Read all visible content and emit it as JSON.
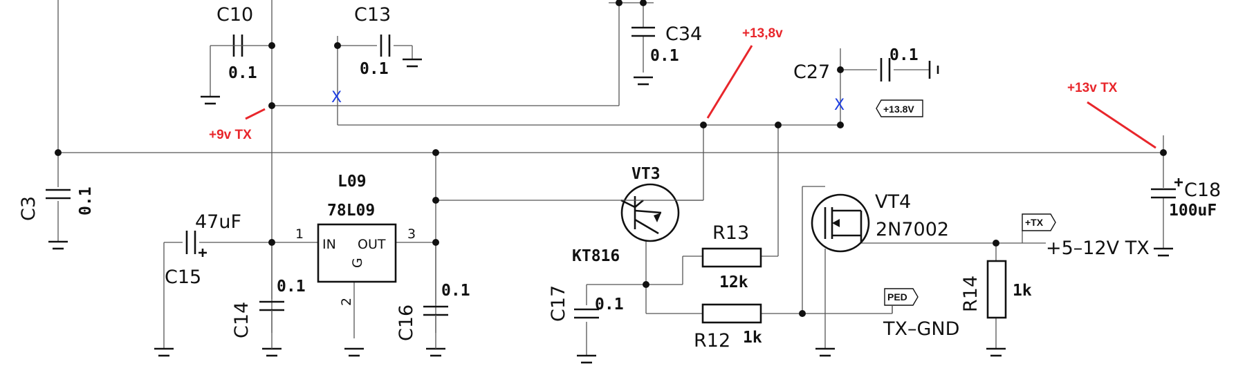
{
  "components": {
    "c10": {
      "ref": "C10",
      "value": "0.1"
    },
    "c13": {
      "ref": "C13",
      "value": "0.1"
    },
    "c34": {
      "ref": "C34",
      "value": "0.1"
    },
    "c27": {
      "ref": "C27",
      "value": "0.1"
    },
    "c3": {
      "ref": "C3",
      "value": "0.1"
    },
    "c15": {
      "ref": "C15",
      "value": "47uF"
    },
    "c14": {
      "ref": "C14",
      "value": "0.1"
    },
    "c16": {
      "ref": "C16",
      "value": "0.1"
    },
    "c17": {
      "ref": "C17",
      "value": "0.1"
    },
    "c18": {
      "ref": "C18",
      "value": "100uF"
    },
    "l09": {
      "ref": "L09",
      "part": "78L09",
      "pin_in": "IN",
      "pin_out": "OUT",
      "pin_g": "G",
      "pin1": "1",
      "pin2": "2",
      "pin3": "3"
    },
    "vt3": {
      "ref": "VT3",
      "part": "KT816"
    },
    "vt4": {
      "ref": "VT4",
      "part": "2N7002"
    },
    "r12": {
      "ref": "R12",
      "value": "1k"
    },
    "r13": {
      "ref": "R13",
      "value": "12k"
    },
    "r14": {
      "ref": "R14",
      "value": "1k"
    }
  },
  "nets": {
    "plus13_8": "+13.8V",
    "plus_tx": "+TX",
    "ped": "PED",
    "tx_gnd": "TX–GND",
    "supply_tx": "+5–12V TX"
  },
  "annotations": {
    "v9": "+9v TX",
    "v13_8": "+13,8v",
    "v13": "+13v TX",
    "nc_mark": "X"
  },
  "colors": {
    "annotation": "#e8262b",
    "no_connect": "#1f3fe0",
    "wire": "#555555",
    "symbol": "#111111"
  }
}
